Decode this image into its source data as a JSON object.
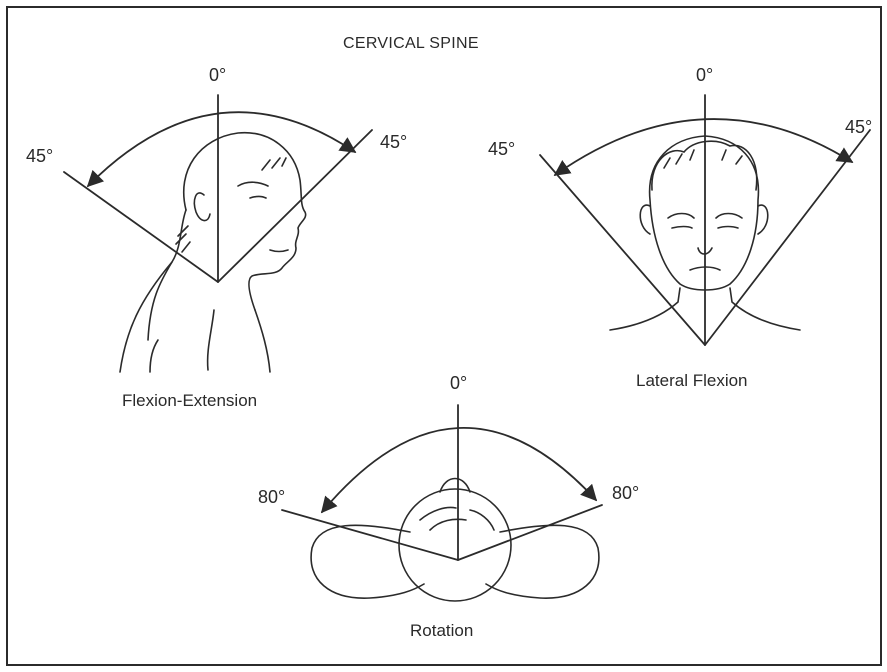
{
  "title": "CERVICAL SPINE",
  "panels": {
    "flexion_extension": {
      "caption": "Flexion-Extension",
      "center_label": "0°",
      "left_label": "45°",
      "right_label": "45°"
    },
    "lateral_flexion": {
      "caption": "Lateral Flexion",
      "center_label": "0°",
      "left_label": "45°",
      "right_label": "45°"
    },
    "rotation": {
      "caption": "Rotation",
      "center_label": "0°",
      "left_label": "80°",
      "right_label": "80°"
    }
  },
  "colors": {
    "ink": "#2b2b2b",
    "background": "#ffffff"
  }
}
